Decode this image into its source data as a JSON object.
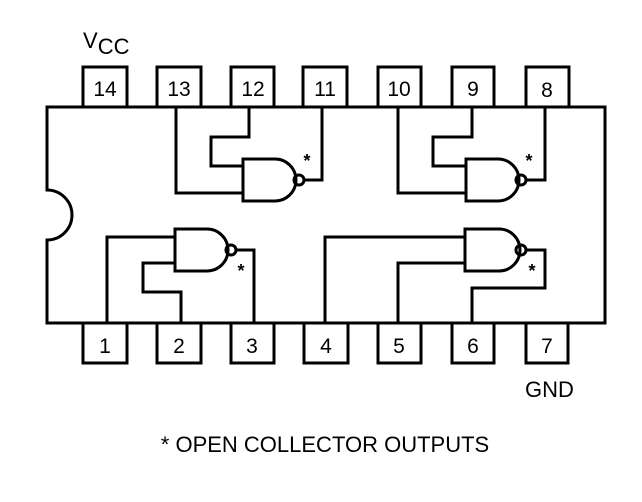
{
  "diagram": {
    "type": "ic-pinout",
    "package": "14-pin DIP",
    "labels": {
      "vcc_main": "V",
      "vcc_sub": "CC",
      "gnd": "GND",
      "footnote": "* OPEN COLLECTOR OUTPUTS",
      "output_marker": "*"
    },
    "top_pins": [
      "14",
      "13",
      "12",
      "11",
      "10",
      "9",
      "8"
    ],
    "bottom_pins": [
      "1",
      "2",
      "3",
      "4",
      "5",
      "6",
      "7"
    ],
    "gates": [
      {
        "name": "gate-1",
        "type": "NAND",
        "inputs": [
          "1",
          "2"
        ],
        "output": "3",
        "open_collector": true
      },
      {
        "name": "gate-2",
        "type": "NAND",
        "inputs": [
          "4",
          "5"
        ],
        "output": "6",
        "open_collector": true
      },
      {
        "name": "gate-3",
        "type": "NAND",
        "inputs": [
          "13",
          "12"
        ],
        "output": "11",
        "open_collector": true
      },
      {
        "name": "gate-4",
        "type": "NAND",
        "inputs": [
          "10",
          "9"
        ],
        "output": "8",
        "open_collector": true
      }
    ],
    "power": {
      "vcc_pin": "14",
      "gnd_pin": "7"
    }
  }
}
